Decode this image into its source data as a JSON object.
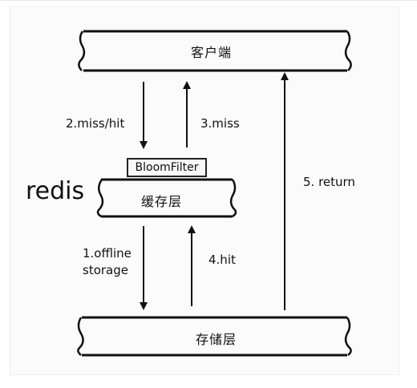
{
  "diagram": {
    "nodes": {
      "client": "客户端",
      "cache": "缓存层",
      "storage": "存储层",
      "bloom_filter": "BloomFilter",
      "redis": "redis"
    },
    "edges": {
      "miss_hit": "2.miss/hit",
      "miss": "3.miss",
      "return": "5. return",
      "offline_storage_line1": "1.offline",
      "offline_storage_line2": "storage",
      "hit": "4.hit"
    }
  }
}
